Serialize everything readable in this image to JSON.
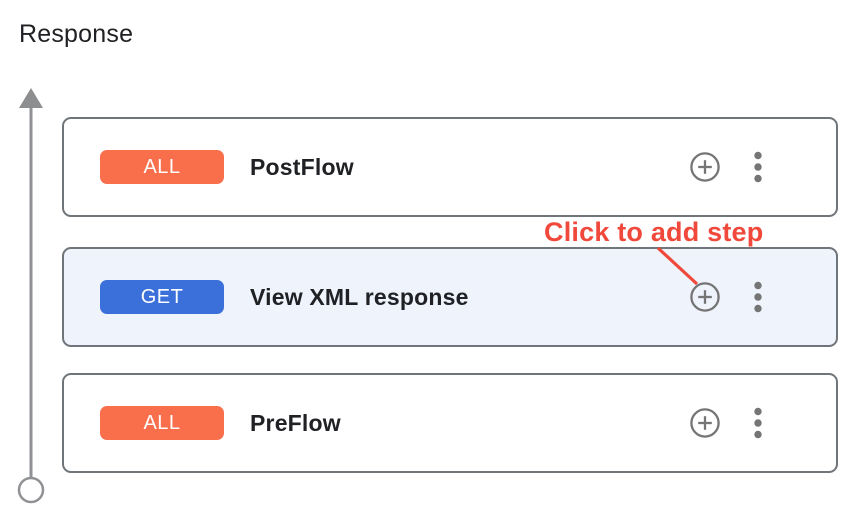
{
  "panel": {
    "title": "Response"
  },
  "flows": [
    {
      "method": "ALL",
      "name": "PostFlow",
      "selected": false
    },
    {
      "method": "GET",
      "name": "View XML response",
      "selected": true
    },
    {
      "method": "ALL",
      "name": "PreFlow",
      "selected": false
    }
  ],
  "annotation": {
    "label": "Click to add step"
  },
  "icons": {
    "add_step": "add-circle-icon",
    "more_options": "kebab-menu-icon"
  },
  "colors": {
    "badge_all_orange": "#f96f4b",
    "badge_get_blue": "#3b6fd9",
    "annotation_red": "#f0493b",
    "icon_gray": "#757575",
    "card_border_gray": "#70757a",
    "selected_card_bg": "#eef3fc",
    "arrow_gray": "#8f9194",
    "text_dark": "#202124"
  }
}
